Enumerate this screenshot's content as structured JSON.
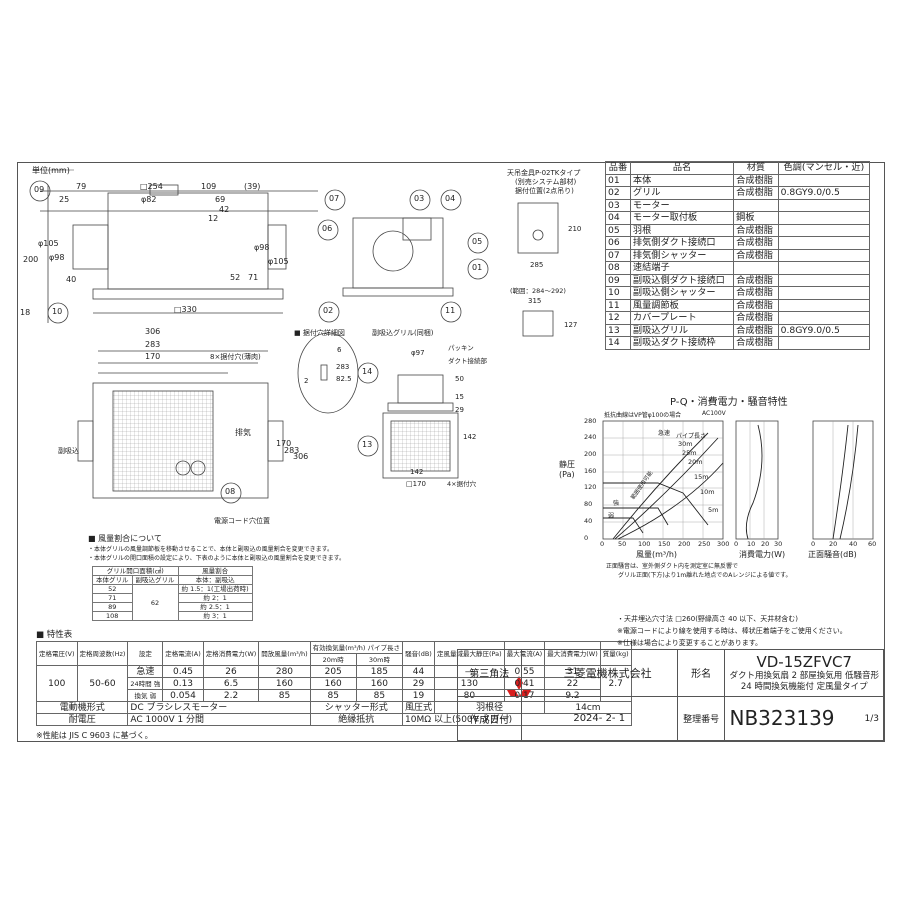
{
  "unit_label": "単位(mm)",
  "parts_table": {
    "headers": [
      "品番",
      "品名",
      "材質",
      "色調(マンセル・近)"
    ],
    "rows": [
      [
        "01",
        "本体",
        "合成樹脂",
        ""
      ],
      [
        "02",
        "グリル",
        "合成樹脂",
        "0.8GY9.0/0.5"
      ],
      [
        "03",
        "モーター",
        "",
        ""
      ],
      [
        "04",
        "モーター取付板",
        "鋼板",
        ""
      ],
      [
        "05",
        "羽根",
        "合成樹脂",
        ""
      ],
      [
        "06",
        "排気側ダクト接続口",
        "合成樹脂",
        ""
      ],
      [
        "07",
        "排気側シャッター",
        "合成樹脂",
        ""
      ],
      [
        "08",
        "速結端子",
        "",
        ""
      ],
      [
        "09",
        "副吸込側ダクト接続口",
        "合成樹脂",
        ""
      ],
      [
        "10",
        "副吸込側シャッター",
        "合成樹脂",
        ""
      ],
      [
        "11",
        "風量調節板",
        "合成樹脂",
        ""
      ],
      [
        "12",
        "カバープレート",
        "合成樹脂",
        ""
      ],
      [
        "13",
        "副吸込グリル",
        "合成樹脂",
        "0.8GY9.0/0.5"
      ],
      [
        "14",
        "副吸込ダクト接続枠",
        "合成樹脂",
        ""
      ]
    ]
  },
  "hanger": {
    "title": "天吊金具P-02TKタイプ",
    "note1": "(別売システム部材)",
    "note2": "据付位置(2点吊り)",
    "dim_210": "210",
    "dim_285": "285",
    "range": "(範囲：284～292)",
    "dim_315": "315",
    "dim_127": "127"
  },
  "front_view": {
    "dims": {
      "d79": "79",
      "d254": "□254",
      "d109": "109",
      "d39": "(39)",
      "d25": "25",
      "d82": "φ82",
      "d69": "69",
      "d42": "42",
      "d12": "12",
      "d105a": "φ105",
      "d98a": "φ98",
      "d200": "200",
      "d40": "40",
      "d98b": "φ98",
      "d105b": "φ105",
      "d52": "52",
      "d71": "71",
      "d330": "□330",
      "d18": "18"
    },
    "callouts": {
      "c09": "09",
      "c10": "10"
    }
  },
  "side_view": {
    "callouts": {
      "c07": "07",
      "c03": "03",
      "c04": "04",
      "c06": "06",
      "c05": "05",
      "c01": "01",
      "c02": "02",
      "c11": "11"
    }
  },
  "bottom_view": {
    "dims": {
      "d306a": "306",
      "d283a": "283",
      "d170a": "170",
      "holes": "8×据付穴(薄肉)",
      "d170b": "170",
      "d283b": "283",
      "d306b": "306"
    },
    "exhaust": "排気",
    "sub_intake": "副吸込",
    "cord": "電源コード穴位置",
    "c08": "08"
  },
  "mount_detail": {
    "title": "据付穴詳細図",
    "d6": "6",
    "d2": "2",
    "d283": "283",
    "d825": "82.5"
  },
  "sub_grille": {
    "title": "副吸込グリル(同梱)",
    "packing": "パッキン",
    "duct": "ダクト接続部",
    "d97": "φ97",
    "d50": "50",
    "d15": "15",
    "d29": "29",
    "d142a": "142",
    "d142b": "142",
    "d170": "□170",
    "holes": "4×据付穴",
    "c14": "14",
    "c13": "13"
  },
  "air_ratio": {
    "title": "■ 風量割合について",
    "note1": "・本体グリルの風量調節板を移動させることで、本体と副吸込の風量割合を変更できます。",
    "note2": "・本体グリルの開口面積の設定により、下表のように本体と副吸込の風量割合を変更できます。",
    "headers": [
      "グリル開口面積(㎠)",
      "風量割合"
    ],
    "sub_headers": [
      "本体グリル",
      "副吸込グリル",
      "本体：副吸込"
    ],
    "rows": [
      [
        "52",
        "",
        "約 1.5：1(工場出荷時)"
      ],
      [
        "71",
        "62",
        "約 2：1"
      ],
      [
        "89",
        "",
        "約 2.5：1"
      ],
      [
        "108",
        "",
        "約 3：1"
      ]
    ]
  },
  "spec": {
    "title": "■ 特性表",
    "headers": [
      "定格電圧(V)",
      "定格周波数(Hz)",
      "設定",
      "定格電流(A)",
      "定格消費電力(W)",
      "開放風量(m³/h)",
      "有効換気量(m³/h) パイプ長さ",
      "20m時",
      "30m時",
      "騒音(dB)",
      "定風量域最大静圧(Pa)",
      "最大電流(A)",
      "最大消費電力(W)",
      "質量(kg)"
    ],
    "voltage": "100",
    "freq": "50-60",
    "mass": "2.7",
    "rows": [
      {
        "mode": "急速",
        "a": "0.45",
        "w": "26",
        "open": "280",
        "p20": "205",
        "p30": "185",
        "db": "44",
        "pa": "—",
        "maxa": "0.55",
        "maxw": "31"
      },
      {
        "mode": "24時間 強",
        "a": "0.13",
        "w": "6.5",
        "open": "160",
        "p20": "160",
        "p30": "160",
        "db": "29",
        "pa": "130",
        "maxa": "0.41",
        "maxw": "22"
      },
      {
        "mode": "換気 弱",
        "a": "0.054",
        "w": "2.2",
        "open": "85",
        "p20": "85",
        "p30": "85",
        "db": "19",
        "pa": "80",
        "maxa": "0.17",
        "maxw": "9.2"
      }
    ],
    "motor_label": "電動機形式",
    "motor": "DC ブラシレスモーター",
    "shutter_label": "シャッター形式",
    "shutter": "風圧式",
    "blade_label": "羽根径",
    "blade": "14cm",
    "withstand_label": "耐電圧",
    "withstand": "AC 1000V 1 分間",
    "insul_label": "絶縁抵抗",
    "insul": "10MΩ 以上(500V メガー)",
    "jis": "※性能は JIS C 9603 に基づく。"
  },
  "pq": {
    "title": "P-Q・消費電力・騒音特性",
    "note": "抵抗曲線はVP管φ100の場合",
    "ac": "AC100V",
    "ylabel": "静圧(Pa)",
    "xlabel": "風量(m³/h)",
    "power_label": "消費電力(W)",
    "noise_label": "正面騒音(dB)",
    "pipe_label": "パイプ長さ",
    "pipes": [
      "30m",
      "25m",
      "20m",
      "15m",
      "10m",
      "5m"
    ],
    "modes": [
      "急速",
      "強",
      "弱"
    ],
    "y_ticks": [
      "280",
      "240",
      "200",
      "160",
      "120",
      "80",
      "40",
      "0"
    ],
    "x_ticks": [
      "0",
      "50",
      "100",
      "150",
      "200",
      "250",
      "300"
    ],
    "w_ticks": [
      "0",
      "10",
      "20",
      "30"
    ],
    "db_ticks": [
      "0",
      "20",
      "40",
      "60"
    ],
    "zone": "範囲使用可能",
    "noise_note1": "正面騒音は、室外側ダクト内を測定室に無反響で",
    "noise_note2": "グリル正面(下方)より1m離れた地点でのAレンジによる値です。"
  },
  "notes": {
    "n1": "・天井埋込穴寸法  □260(野縁高さ 40 以下、天井材含む)",
    "n2": "※電源コードにより線を使用する時は、棒状圧着端子をご使用ください。",
    "n3": "※仕様は場合により変更することがあります。"
  },
  "title_block": {
    "projection": "第三角法",
    "company": "三菱電機株式会社",
    "name_label": "形名",
    "model": "VD-15ZFVC7",
    "desc1": "ダクト用換気扇  2 部屋換気用  低騒音形",
    "desc2": "24 時間換気機能付  定風量タイプ",
    "date_label": "作成日付",
    "date": "2024- 2- 1",
    "ref_label": "整理番号",
    "ref": "NB323139",
    "page": "1/3"
  },
  "colors": {
    "line": "#444444",
    "grid": "#888888",
    "mark": "#d81e1e"
  }
}
